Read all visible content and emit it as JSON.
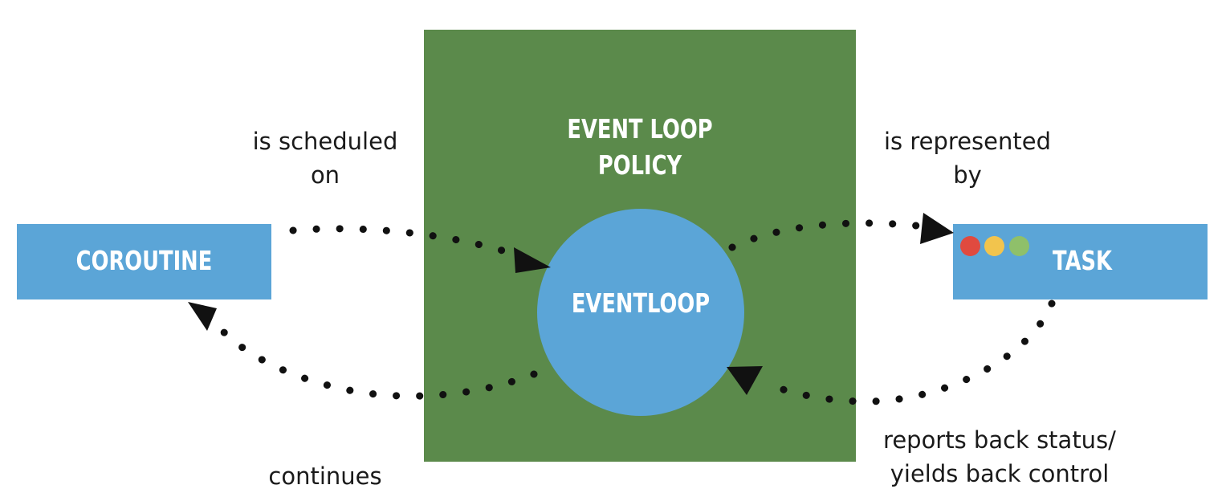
{
  "diagram": {
    "policy": {
      "title_line1": "EVENT LOOP",
      "title_line2": "POLICY"
    },
    "eventloop": {
      "label": "EVENTLOOP"
    },
    "coroutine": {
      "label": "COROUTINE"
    },
    "task": {
      "label": "TASK",
      "status_dots": [
        "red",
        "yellow",
        "green"
      ]
    },
    "edges": {
      "scheduled": {
        "line1": "is scheduled",
        "line2": "on"
      },
      "represented": {
        "line1": "is represented",
        "line2": "by"
      },
      "reports": {
        "line1": "reports back status/",
        "line2": "yields back control"
      },
      "continues": {
        "line1": "continues"
      }
    }
  },
  "colors": {
    "policy_green": "#5b8a4b",
    "node_blue": "#5ba5d7",
    "dot_red": "#e04a3f",
    "dot_yellow": "#f2c44d",
    "dot_green": "#8fc06a",
    "arrow_black": "#111111"
  }
}
